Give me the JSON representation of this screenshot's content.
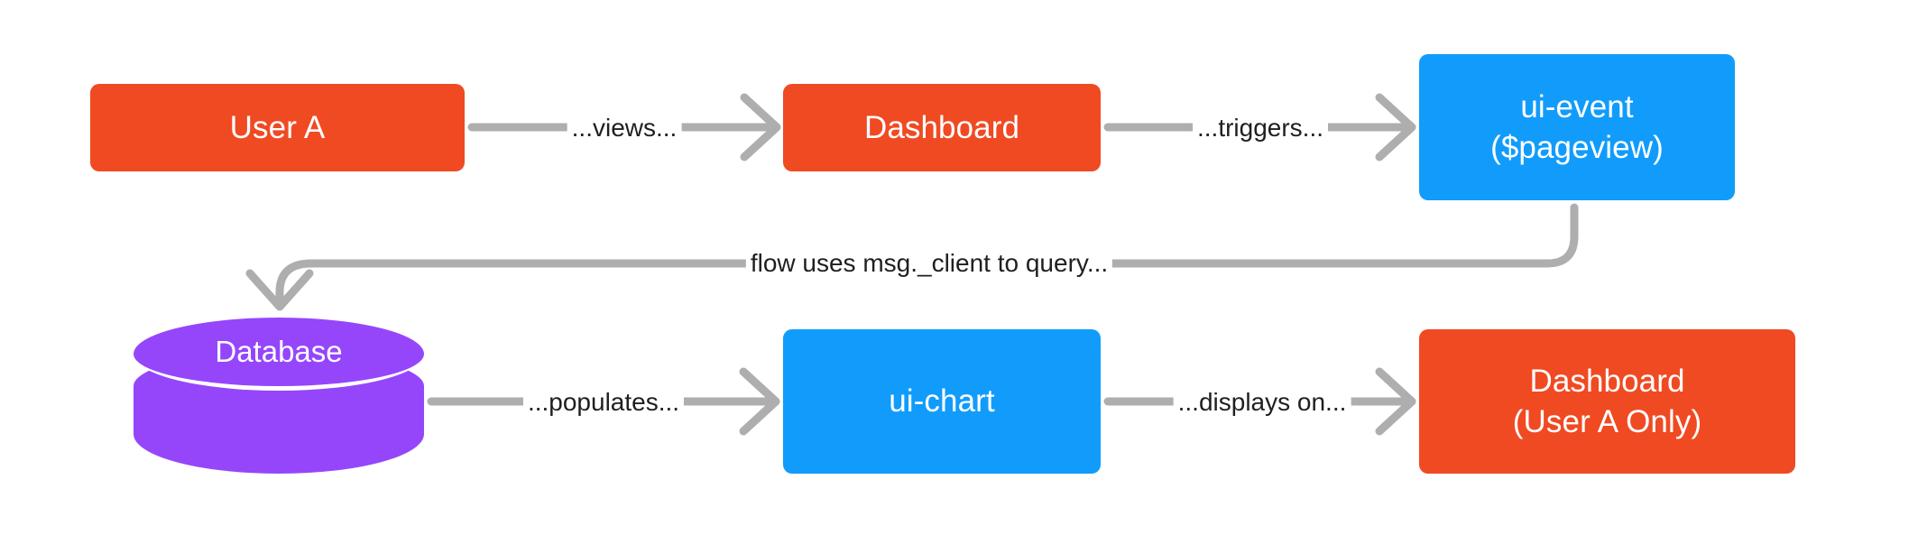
{
  "diagram": {
    "type": "flowchart",
    "background_color": "#ffffff",
    "edge_color": "#aeaeae",
    "label_text_color": "#1f1f1f",
    "palette": {
      "orange": "#f04a23",
      "blue": "#119cfb",
      "purple": "#9546fb"
    },
    "nodes": [
      {
        "id": "user-a",
        "shape": "rounded-rect",
        "color": "#f04a23",
        "lines": [
          "User A"
        ]
      },
      {
        "id": "dashboard-top",
        "shape": "rounded-rect",
        "color": "#f04a23",
        "lines": [
          "Dashboard"
        ]
      },
      {
        "id": "ui-event",
        "shape": "rounded-rect",
        "color": "#119cfb",
        "lines": [
          "ui-event",
          "($pageview)"
        ]
      },
      {
        "id": "database",
        "shape": "cylinder",
        "color": "#9546fb",
        "lines": [
          "Database"
        ]
      },
      {
        "id": "ui-chart",
        "shape": "rounded-rect",
        "color": "#119cfb",
        "lines": [
          "ui-chart"
        ]
      },
      {
        "id": "dashboard-user-a",
        "shape": "rounded-rect",
        "color": "#f04a23",
        "lines": [
          "Dashboard",
          "(User A Only)"
        ]
      }
    ],
    "edges": [
      {
        "id": "e1",
        "from": "user-a",
        "to": "dashboard-top",
        "label": "...views..."
      },
      {
        "id": "e2",
        "from": "dashboard-top",
        "to": "ui-event",
        "label": "...triggers..."
      },
      {
        "id": "e3",
        "from": "ui-event",
        "to": "database",
        "label": "flow uses msg._client to query..."
      },
      {
        "id": "e4",
        "from": "database",
        "to": "ui-chart",
        "label": "...populates..."
      },
      {
        "id": "e5",
        "from": "ui-chart",
        "to": "dashboard-user-a",
        "label": "...displays on..."
      }
    ]
  }
}
